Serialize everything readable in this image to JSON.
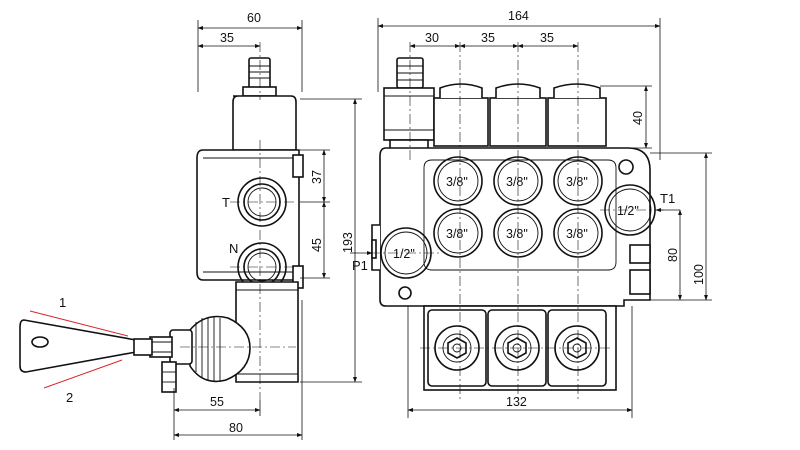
{
  "side_view": {
    "dims": {
      "width_top": "60",
      "width_inner": "35",
      "width_bottom_inner": "55",
      "width_bottom": "80",
      "h_37": "37",
      "h_45": "45",
      "h_total": "193"
    },
    "ports": {
      "t": "T",
      "n": "N"
    },
    "callouts": {
      "one": "1",
      "two": "2"
    }
  },
  "front_view": {
    "dims": {
      "width_total": "164",
      "pitch_30": "30",
      "pitch_35a": "35",
      "pitch_35b": "35",
      "height_40": "40",
      "h_80": "80",
      "h_100": "100",
      "base_width": "132"
    },
    "ports": {
      "p1": "P1",
      "t1": "T1"
    },
    "port_sizes": [
      "3/8\"",
      "3/8\"",
      "3/8\"",
      "3/8\"",
      "3/8\"",
      "3/8\""
    ],
    "inlet_size": "1/2\"",
    "outlet_size": "1/2\""
  },
  "colors": {
    "line": "#111111",
    "callout": "#d9262b",
    "background": "#ffffff"
  }
}
